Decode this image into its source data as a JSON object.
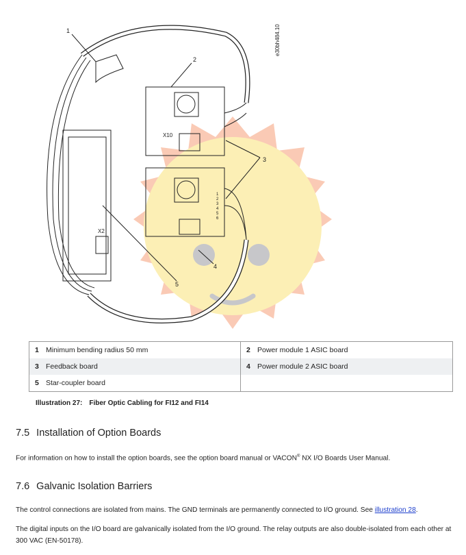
{
  "figure": {
    "id_code": "e30bh484.10",
    "callouts": [
      "1",
      "2",
      "3",
      "4",
      "5"
    ],
    "connector_labels": [
      "X10",
      "X2"
    ],
    "pin_labels": [
      "1",
      "2",
      "3",
      "4",
      "5",
      "6"
    ]
  },
  "legend": [
    {
      "num": "1",
      "text": "Minimum bending radius 50 mm"
    },
    {
      "num": "2",
      "text": "Power module 1 ASIC board"
    },
    {
      "num": "3",
      "text": "Feedback board"
    },
    {
      "num": "4",
      "text": "Power module 2 ASIC board"
    },
    {
      "num": "5",
      "text": "Star-coupler board"
    }
  ],
  "caption": {
    "label": "Illustration  27:",
    "title": "Fiber Optic Cabling for FI12 and FI14"
  },
  "sections": [
    {
      "number": "7.5",
      "title": "Installation of Option Boards",
      "para1": "For information on how to install the option boards, see the option board manual or VACON",
      "sup": "®",
      "para1_end": " NX I/O Boards User Manual."
    },
    {
      "number": "7.6",
      "title": "Galvanic Isolation Barriers",
      "para1": "The control connections are isolated from mains. The GND terminals are permanently connected to I/O ground. See ",
      "link": "illustration 28",
      "para1_end": ".",
      "para2": "The digital inputs on the I/O board are galvanically isolated from the I/O ground. The relay outputs are also double-isolated from each other at 300 VAC (EN-50178)."
    }
  ]
}
